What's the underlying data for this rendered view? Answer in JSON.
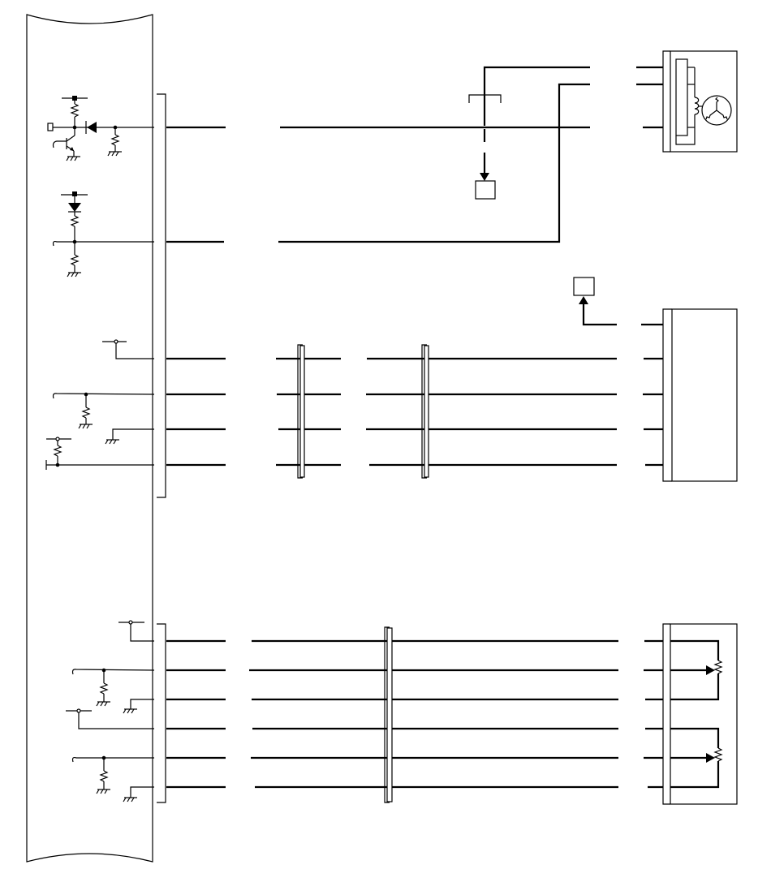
{
  "diagram": {
    "type": "wiring-schematic",
    "labels": [],
    "components": [
      {
        "id": "control-module",
        "shape": "torn-edge block"
      },
      {
        "id": "motor-unit",
        "icon": "three-phase-motor-icon"
      },
      {
        "id": "sensor-box",
        "shape": "rectangle"
      },
      {
        "id": "sensor-potentiometers",
        "icon": "potentiometer-icon",
        "count": 2
      }
    ],
    "connectors": [
      "module-connector-1",
      "module-connector-2",
      "inline-connector-a",
      "inline-connector-b",
      "inline-connector-c"
    ],
    "wire_groups": [
      {
        "name": "group-1",
        "wire_count": 2
      },
      {
        "name": "group-2",
        "wire_count": 4
      },
      {
        "name": "group-3",
        "wire_count": 6
      }
    ],
    "reference_boxes": 2,
    "colors": {
      "ink": "#000000",
      "background": "#ffffff"
    }
  }
}
